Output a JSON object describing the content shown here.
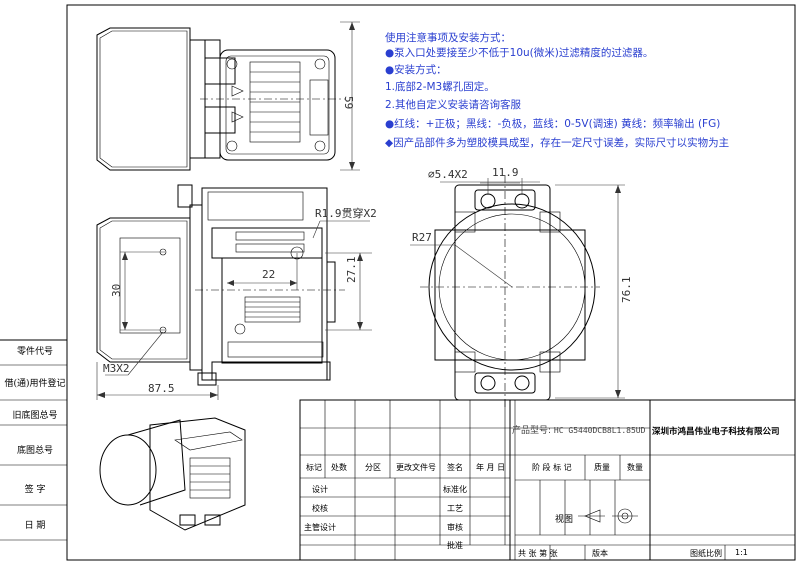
{
  "notes": {
    "title": "使用注意事项及安装方式：",
    "lines": [
      "●泵入口处要接至少不低于10u(微米)过滤精度的过滤器。",
      "●安装方式：",
      "1.底部2-M3螺孔固定。",
      "2.其他自定义安装请咨询客服",
      "●红线：+正极；黑线：-负极，蓝线：0-5V(调速) 黄线：频率输出 (FG)",
      "◆因产品部件多为塑胶模具成型，存在一定尺寸误差，实际尺寸以实物为主"
    ]
  },
  "dimensions": {
    "height_top": "59",
    "hole": "R1.9贯穿X2",
    "w22": "22",
    "h27": "27.1",
    "h30": "30",
    "thread": "M3X2",
    "len": "87.5",
    "dia": "5.4X2",
    "w119": "11.9",
    "r27": "R27",
    "h761": "76.1"
  },
  "side_labels": [
    "零件代号",
    "借(通)用件登记",
    "旧底图总号",
    "底图总号",
    "签  字",
    "日  期"
  ],
  "title_block": {
    "model_prefix": "产品型号:",
    "model": "HC G5440DCB8L1.85UD",
    "company": "深圳市鸿昌伟业电子科技有限公司",
    "row_labels": [
      "标记",
      "处数",
      "分区",
      "更改文件号",
      "签名",
      "年 月 日"
    ],
    "stage": "阶 段 标 记",
    "weight": "质量",
    "qty": "数量",
    "design": "设计",
    "check": "校核",
    "chief": "主管设计",
    "std": "标准化",
    "craft": "工艺",
    "review": "审核",
    "approve": "批准",
    "view": "视图",
    "sheets": "共  张  第  张",
    "version": "版本",
    "scale_label": "图纸比例",
    "scale": "1:1"
  }
}
